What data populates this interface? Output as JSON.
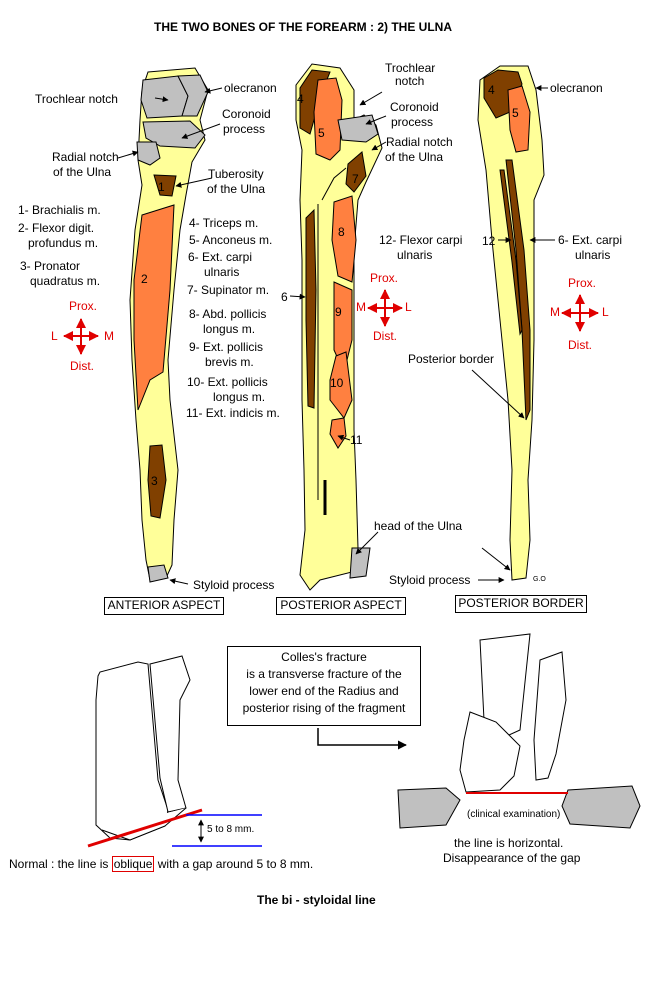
{
  "title": "THE TWO BONES OF THE FOREARM  :  2)  THE ULNA",
  "colors": {
    "bone": "#ffff99",
    "articular": "#c0c0c0",
    "muscle_light": "#ff8040",
    "muscle_dark": "#804000",
    "axis": "#ff0000",
    "gap_lines": "#0000ff",
    "highlight_box": "#ff0000"
  },
  "anterior": {
    "labels": {
      "trochlear_notch": "Trochlear notch",
      "olecranon": "olecranon",
      "coronoid": [
        "Coronoid",
        "process"
      ],
      "radial_notch": [
        "Radial notch",
        "of the Ulna"
      ],
      "tuberosity": [
        "Tuberosity",
        "of the Ulna"
      ],
      "styloid": "Styloid process"
    },
    "muscles": [
      "1- Brachialis m.",
      "2- Flexor digit.",
      "profundus m.",
      "3- Pronator",
      "quadratus m."
    ],
    "region_numbers": [
      "1",
      "2",
      "3"
    ],
    "compass": {
      "top": "Prox.",
      "left": "L",
      "right": "M",
      "bottom": "Dist."
    },
    "aspect_label": "ANTERIOR ASPECT"
  },
  "posterior": {
    "labels": {
      "trochlear_notch": [
        "Trochlear",
        "notch"
      ],
      "coronoid": [
        "Coronoid",
        "process"
      ],
      "radial_notch": [
        "Radial notch",
        "of the Ulna"
      ],
      "head": "head of the Ulna"
    },
    "muscles": [
      "4- Triceps m.",
      "5- Anconeus m.",
      "6- Ext. carpi",
      "ulnaris",
      "7- Supinator m.",
      "8- Abd. pollicis",
      "longus m.",
      "9- Ext. pollicis",
      "brevis  m.",
      "10- Ext. pollicis",
      "longus m.",
      "11- Ext. indicis m."
    ],
    "region_numbers": [
      "4",
      "5",
      "7",
      "8",
      "9",
      "10"
    ],
    "pointer_labels": {
      "six": "6",
      "eleven": "11"
    },
    "compass": {
      "top": "Prox.",
      "left": "M",
      "right": "L",
      "bottom": "Dist."
    },
    "aspect_label": "POSTERIOR ASPECT"
  },
  "border": {
    "labels": {
      "olecranon": "olecranon",
      "flexor": [
        "12- Flexor carpi",
        "ulnaris"
      ],
      "ext": [
        "6- Ext. carpi",
        "ulnaris"
      ],
      "posterior_border": "Posterior border",
      "styloid": "Styloid process",
      "twelve": "12",
      "initials": "G.O"
    },
    "region_numbers": [
      "4",
      "5"
    ],
    "compass": {
      "top": "Prox.",
      "left": "M",
      "right": "L",
      "bottom": "Dist."
    },
    "aspect_label": "POSTERIOR BORDER"
  },
  "bottom": {
    "gap_label": "5 to 8 mm.",
    "normal_before": "Normal : the line is",
    "normal_highlight": "oblique",
    "normal_after": "with a gap around 5 to 8 mm.",
    "colles": [
      "Colles's fracture",
      "is a transverse fracture of the",
      "lower end of the Radius and",
      "posterior rising of the fragment"
    ],
    "clinical": "(clinical examination)",
    "result": [
      "the line is horizontal.",
      "Disappearance of the gap"
    ],
    "caption": "The bi - styloidal line"
  }
}
